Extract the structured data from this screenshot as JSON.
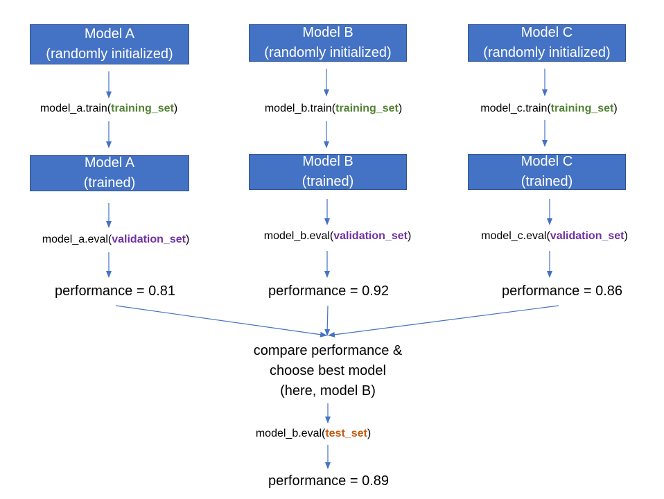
{
  "colors": {
    "box_fill": "#4472c4",
    "arrow": "#4472c4",
    "training_set": "#548235",
    "validation_set": "#7030a0",
    "test_set": "#c55a11"
  },
  "columns": [
    {
      "init_box": {
        "name": "Model A",
        "state": "(randomly initialized)"
      },
      "train_call": {
        "prefix": "model_a.train(",
        "arg": "training_set",
        "suffix": ")"
      },
      "trained_box": {
        "name": "Model A",
        "state": "(trained)"
      },
      "eval_call": {
        "prefix": "model_a.eval(",
        "arg": "validation_set",
        "suffix": ")"
      },
      "performance": "performance = 0.81"
    },
    {
      "init_box": {
        "name": "Model B",
        "state": "(randomly initialized)"
      },
      "train_call": {
        "prefix": "model_b.train(",
        "arg": "training_set",
        "suffix": ")"
      },
      "trained_box": {
        "name": "Model B",
        "state": "(trained)"
      },
      "eval_call": {
        "prefix": "model_b.eval(",
        "arg": "validation_set",
        "suffix": ")"
      },
      "performance": "performance = 0.92"
    },
    {
      "init_box": {
        "name": "Model C",
        "state": "(randomly initialized)"
      },
      "train_call": {
        "prefix": "model_c.train(",
        "arg": "training_set",
        "suffix": ")"
      },
      "trained_box": {
        "name": "Model C",
        "state": "(trained)"
      },
      "eval_call": {
        "prefix": "model_c.eval(",
        "arg": "validation_set",
        "suffix": ")"
      },
      "performance": "performance = 0.86"
    }
  ],
  "compare": {
    "line1": "compare performance &",
    "line2": "choose best model",
    "line3": "(here, model B)"
  },
  "test_call": {
    "prefix": "model_b.eval(",
    "arg": "test_set",
    "suffix": ")"
  },
  "final_performance": "performance = 0.89"
}
